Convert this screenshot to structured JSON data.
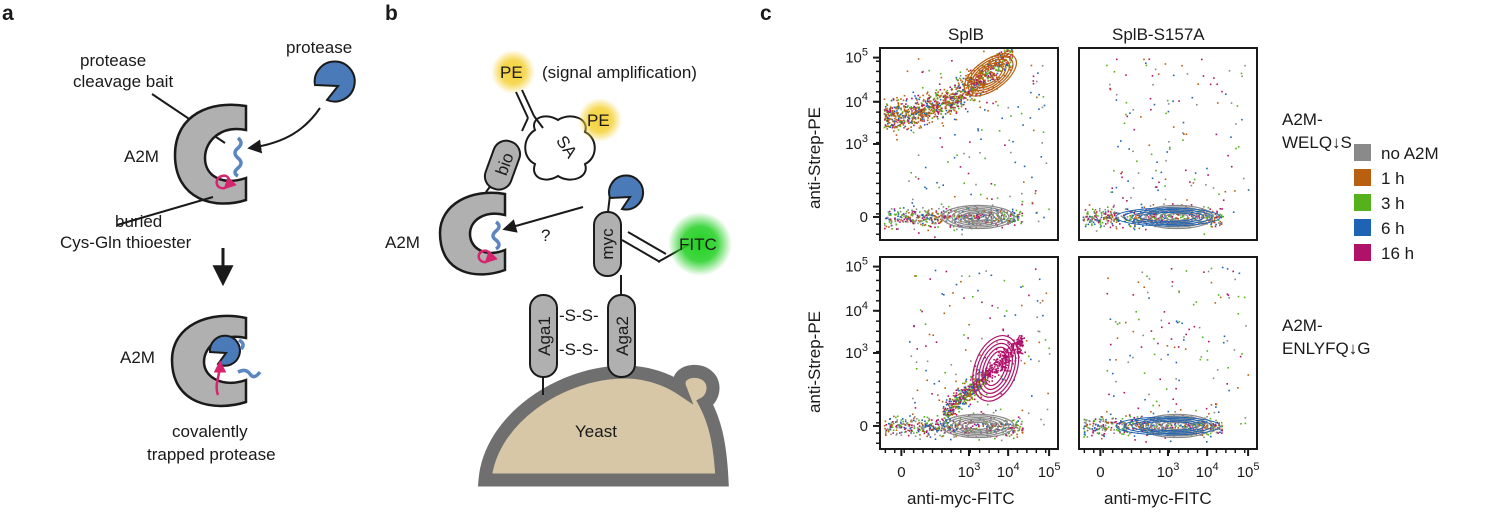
{
  "panels": {
    "a": {
      "letter": "a",
      "protease": "protease",
      "bait_line1": "protease",
      "bait_line2": "cleavage bait",
      "a2m_top": "A2M",
      "thioester_line1": "buried",
      "thioester_line2": "Cys-Gln thioester",
      "a2m_bottom": "A2M",
      "trapped_line1": "covalently",
      "trapped_line2": "trapped protease"
    },
    "b": {
      "letter": "b",
      "pe_top": "PE",
      "signal": "(signal amplification)",
      "pe_right": "PE",
      "sa": "SA",
      "bio": "bio",
      "a2m": "A2M",
      "question": "?",
      "myc": "myc",
      "fitc": "FITC",
      "ss_top": "-S-S-",
      "ss_bottom": "-S-S-",
      "aga1": "Aga1",
      "aga2": "Aga2",
      "yeast": "Yeast"
    },
    "c": {
      "letter": "c",
      "col_headers": [
        "SplB",
        "SplB-S157A"
      ],
      "row_labels": [
        [
          "A2M-",
          "WELQ↓S"
        ],
        [
          "A2M-",
          "ENLYFQ↓G"
        ]
      ],
      "ylabel": "anti-Strep-PE",
      "xlabel": "anti-myc-FITC"
    }
  },
  "colors": {
    "gray_shape": "#b0b0b0",
    "protease_blue": "#4a7ab8",
    "bait_blue": "#5b86c0",
    "thioester_pink": "#d6246e",
    "pe_yellow": "#f5d23a",
    "fitc_green": "#22d022",
    "yeast_tan": "#d8c7a6",
    "yeast_wall": "#6f6f6f"
  },
  "chart_data": {
    "type": "scatter",
    "description_axes": "logicle",
    "x_ticks": [
      "0",
      "10^3",
      "10^4",
      "10^5"
    ],
    "y_ticks": [
      "0",
      "10^3",
      "10^4",
      "10^5"
    ],
    "xlabel": "anti-myc-FITC",
    "ylabel": "anti-Strep-PE",
    "columns": [
      "SplB",
      "SplB-S157A"
    ],
    "rows": [
      "A2M-WELQ↓S",
      "A2M-ENLYFQ↓G"
    ],
    "legend": [
      {
        "name": "no A2M",
        "color": "#8a8a8a"
      },
      {
        "name": "1 h",
        "color": "#b8600f"
      },
      {
        "name": "3 h",
        "color": "#55b21c"
      },
      {
        "name": "6 h",
        "color": "#1f64b4"
      },
      {
        "name": "16 h",
        "color": "#b0126a"
      }
    ]
  }
}
